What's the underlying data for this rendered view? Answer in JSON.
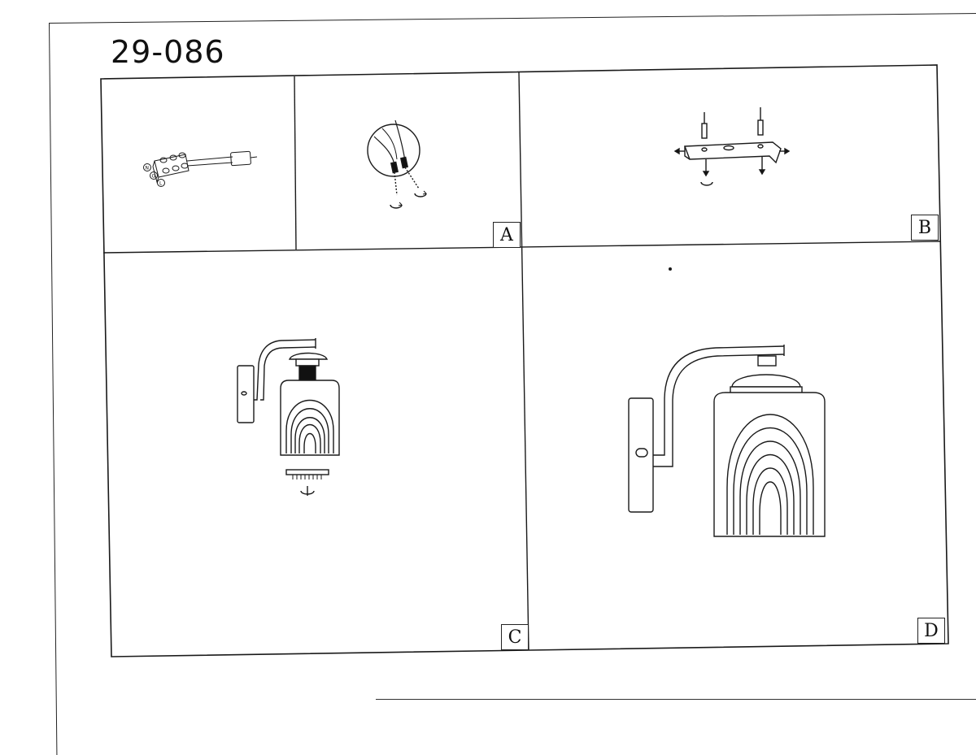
{
  "document": {
    "code": "29-086"
  },
  "panels": {
    "a": {
      "label": "A"
    },
    "b": {
      "label": "B"
    },
    "c": {
      "label": "C"
    },
    "d": {
      "label": "D"
    }
  },
  "terminal_block": {
    "markings": [
      "N",
      "G",
      "L"
    ]
  }
}
